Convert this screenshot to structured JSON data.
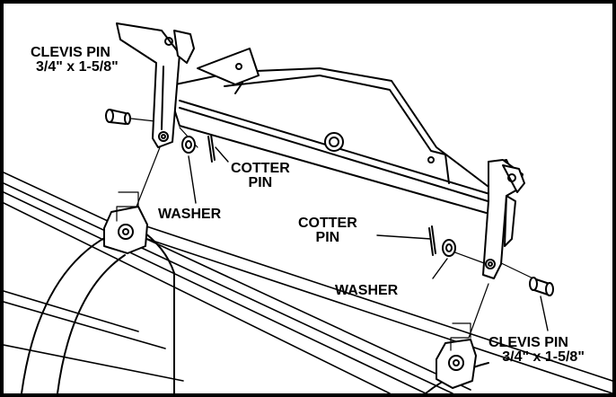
{
  "labels": {
    "clevis_pin_left": {
      "line1": "CLEVIS PIN",
      "line2": "3/4\" x 1-5/8\""
    },
    "cotter_pin_left": {
      "line1": "COTTER",
      "line2": "PIN"
    },
    "washer_left": "WASHER",
    "cotter_pin_right": {
      "line1": "COTTER",
      "line2": "PIN"
    },
    "washer_right": "WASHER",
    "clevis_pin_right": {
      "line1": "CLEVIS PIN",
      "line2": "3/4\" x 1-5/8\""
    }
  },
  "colors": {
    "line": "#000000",
    "background": "#ffffff"
  }
}
